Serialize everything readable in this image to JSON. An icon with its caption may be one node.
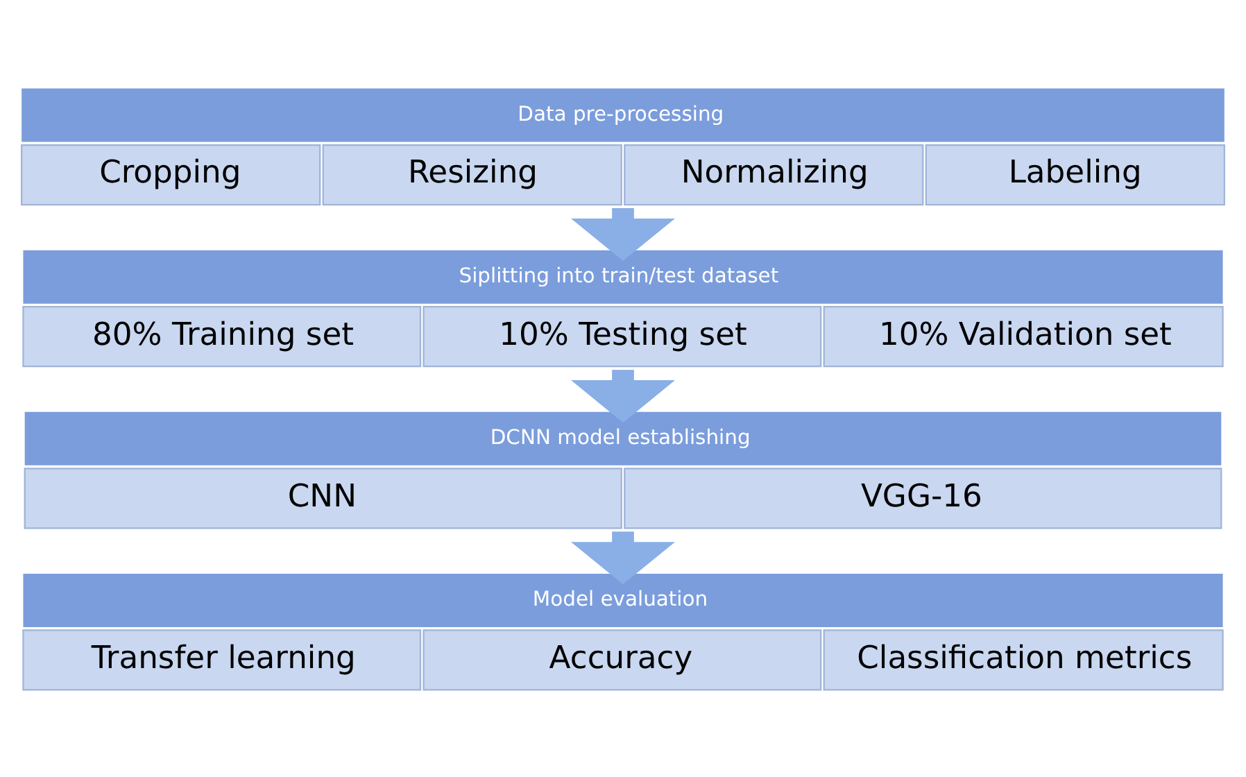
{
  "diagram": {
    "nodes": [
      {
        "text": [
          "Data pre-processing",
          "Cropping",
          "Resizing",
          "Normalizing",
          "Labeling"
        ]
      },
      {
        "text": [
          "Siplitting into train/test dataset",
          "80% Training set",
          "10% Testing set",
          "10% Validation set"
        ]
      },
      {
        "text": [
          "DCNN model establishing",
          "CNN",
          "VGG-16"
        ]
      },
      {
        "text": [
          "Model evaluation",
          "Transfer learning",
          "Accuracy",
          "Classification metrics"
        ]
      }
    ],
    "edges": [
      {
        "from": 0,
        "to": 1,
        "arrow": "to"
      },
      {
        "from": 1,
        "to": 2,
        "arrow": "to"
      },
      {
        "from": 2,
        "to": 3,
        "arrow": "to"
      }
    ]
  }
}
